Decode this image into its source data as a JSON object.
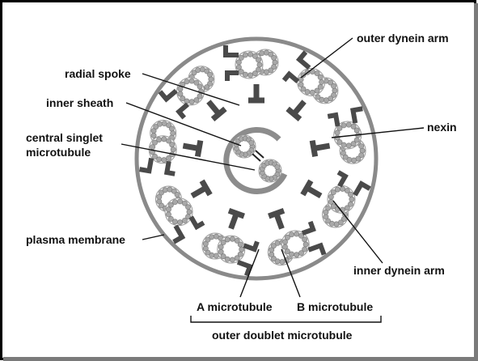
{
  "labels": {
    "outer_dynein_arm": "outer dynein arm",
    "radial_spoke": "radial spoke",
    "inner_sheath": "inner sheath",
    "central_singlet_line1": "central singlet",
    "central_singlet_line2": "microtubule",
    "nexin": "nexin",
    "plasma_membrane": "plasma membrane",
    "inner_dynein_arm": "inner dynein arm",
    "a_microtubule": "A microtubule",
    "b_microtubule": "B microtubule",
    "outer_doublet_microtubule": "outer doublet microtubule"
  },
  "colors": {
    "membrane": "#8a8a8a",
    "arm": "#4a4a4a",
    "tubule_ring": "#9a9a9a",
    "tubule_dot": "#a8a8a8",
    "sheath": "#8c8c8c",
    "frame": "#000000"
  }
}
